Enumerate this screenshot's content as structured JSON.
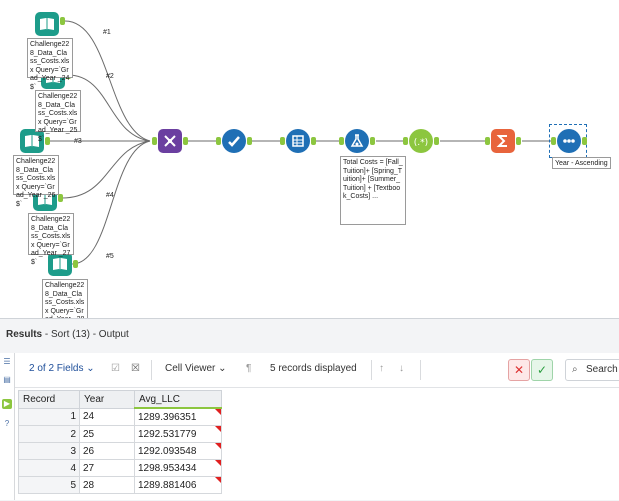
{
  "canvas": {
    "connections": [
      "#1",
      "#2",
      "#3",
      "#4",
      "#5"
    ],
    "annotations": [
      "Challenge228_Data_Class_Costs.xlsx Query=`Grad_Year _24$`",
      "Challenge228_Data_Class_Costs.xlsx Query=`Grad_Year _25$`",
      "Challenge228_Data_Class_Costs.xlsx Query=`Grad_Year _26$`",
      "Challenge228_Data_Class_Costs.xlsx Query=`Grad_Year _27$`",
      "Challenge228_Data_Class_Costs.xlsx Query=`Grad_Year _28$`"
    ],
    "formula_annotation": "Total Costs = [Fall_Tuition]+ [Spring_Tuition]+ [Summer_Tuition] + [Textbook_Costs] ...",
    "sort_annotation": "Year - Ascending"
  },
  "results": {
    "title_bold": "Results",
    "title_rest": " - Sort (13) - Output",
    "fields_label": "2 of 2 Fields",
    "viewer_label": "Cell Viewer",
    "records_label": "5 records displayed",
    "search_placeholder": "Search",
    "columns": [
      "Record",
      "Year",
      "Avg_LLC"
    ],
    "rows": [
      {
        "record": "1",
        "year": "24",
        "avg": "1289.396351"
      },
      {
        "record": "2",
        "year": "25",
        "avg": "1292.531779"
      },
      {
        "record": "3",
        "year": "26",
        "avg": "1292.093548"
      },
      {
        "record": "4",
        "year": "27",
        "avg": "1298.953434"
      },
      {
        "record": "5",
        "year": "28",
        "avg": "1289.881406"
      }
    ]
  },
  "colors": {
    "input_tool": "#1d9c8a",
    "union_tool": "#6b3fa0",
    "select_tool": "#1f6fb5",
    "formula_tool": "#1f6fb5",
    "regex_tool": "#8cc63f",
    "summarize_tool": "#e8643c",
    "sort_tool": "#1f6fb5",
    "anchor": "#8cc63f"
  }
}
